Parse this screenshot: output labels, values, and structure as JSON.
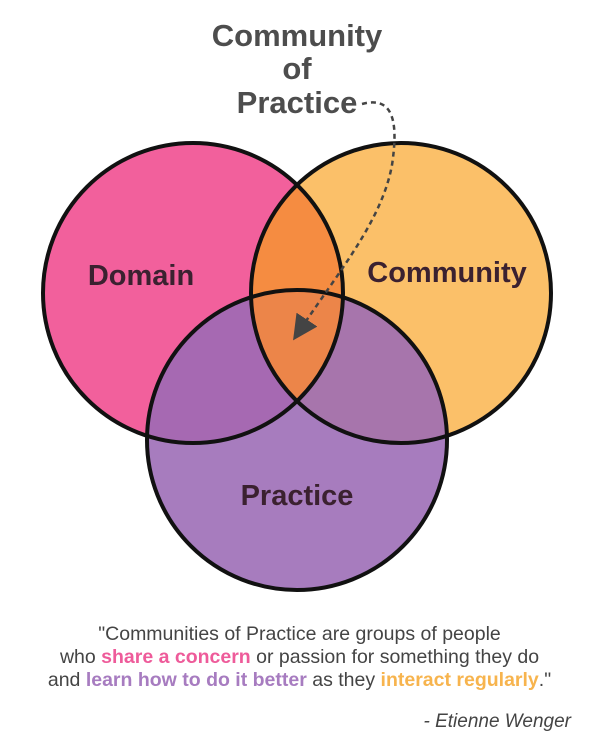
{
  "title": {
    "lines": [
      "Community",
      "of",
      "Practice"
    ]
  },
  "circles": {
    "domain": {
      "label": "Domain",
      "color": "#f2609c"
    },
    "community": {
      "label": "Community",
      "color": "#fbbb5c"
    },
    "practice": {
      "label": "Practice",
      "color": "#9b6ab5"
    }
  },
  "quote": {
    "line1": "\"Communities of Practice are groups of people",
    "line2_before": "who ",
    "line2_highlight": "share a concern",
    "line2_after": " or passion for something they do",
    "line3_before": "and ",
    "line3_highlight1": "learn how to do it better",
    "line3_middle": " as they ",
    "line3_highlight2": "interact regularly",
    "line3_after": ".\""
  },
  "attribution": "- Etienne Wenger",
  "colors": {
    "domain_highlight": "#ee5b9a",
    "practice_highlight": "#a77cc0",
    "community_highlight": "#f7b44e",
    "text": "#444444",
    "outline": "#111111"
  }
}
